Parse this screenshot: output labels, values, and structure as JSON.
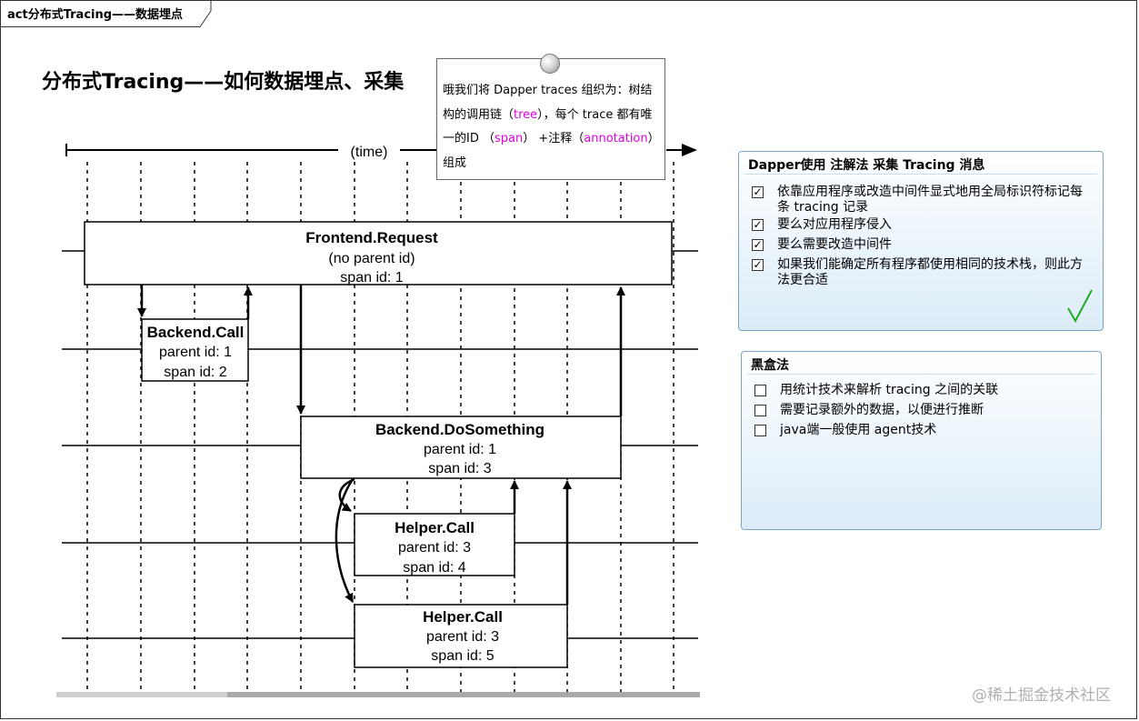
{
  "frame": {
    "tab_label": "act分布式Tracing——数据埋点"
  },
  "title": "分布式Tracing——如何数据埋点、采集",
  "timeline": {
    "label": "(time)"
  },
  "spans": [
    {
      "name": "Frontend.Request",
      "line1": "(no parent id)",
      "line2": "span id: 1"
    },
    {
      "name": "Backend.Call",
      "line1": "parent id: 1",
      "line2": "span id: 2"
    },
    {
      "name": "Backend.DoSomething",
      "line1": "parent id: 1",
      "line2": "span id: 3"
    },
    {
      "name": "Helper.Call",
      "line1": "parent id: 3",
      "line2": "span id: 4"
    },
    {
      "name": "Helper.Call",
      "line1": "parent id: 3",
      "line2": "span id: 5"
    }
  ],
  "note": {
    "p1": "哦我们将 Dapper traces 组织为：树结构的调用链（",
    "tree": "tree",
    "p2": "），每个 trace 都有唯一的ID （",
    "span": "span",
    "p3": "） +注释（",
    "annotation": "annotation",
    "p4": "）组成"
  },
  "panel1": {
    "title": "Dapper使用 注解法 采集 Tracing 消息",
    "items": [
      {
        "text": "依靠应用程序或改造中间件显式地用全局标识符标记每条 tracing 记录",
        "checked": true
      },
      {
        "text": "要么对应用程序侵入",
        "checked": true
      },
      {
        "text": "要么需要改造中间件",
        "checked": true
      },
      {
        "text": "如果我们能确定所有程序都使用相同的技术栈，则此方法更合适",
        "checked": true
      }
    ],
    "check_color": "#22aa22"
  },
  "panel2": {
    "title": "黑盒法",
    "items": [
      {
        "text": "用统计技术来解析 tracing 之间的关联",
        "checked": false
      },
      {
        "text": "需要记录额外的数据，以便进行推断",
        "checked": false
      },
      {
        "text": "java端一般使用 agent技术",
        "checked": false
      }
    ]
  },
  "watermark": "@稀土掘金技术社区"
}
